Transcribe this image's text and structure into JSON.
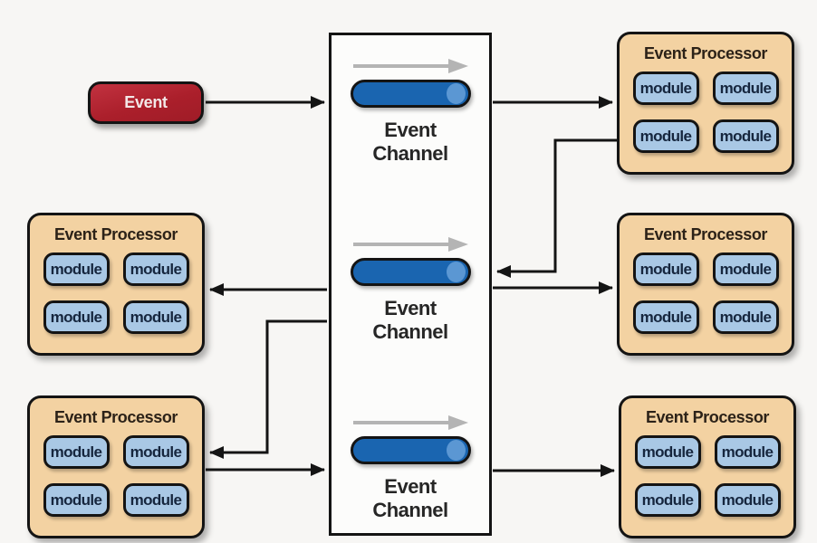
{
  "diagram": {
    "event_source": {
      "label": "Event"
    },
    "channels": [
      {
        "name": "event-channel-1",
        "label_line1": "Event",
        "label_line2": "Channel"
      },
      {
        "name": "event-channel-2",
        "label_line1": "Event",
        "label_line2": "Channel"
      },
      {
        "name": "event-channel-3",
        "label_line1": "Event",
        "label_line2": "Channel"
      }
    ],
    "processors": [
      {
        "name": "event-processor-top-right",
        "title": "Event Processor",
        "modules": [
          "module",
          "module",
          "module",
          "module"
        ]
      },
      {
        "name": "event-processor-middle-right",
        "title": "Event Processor",
        "modules": [
          "module",
          "module",
          "module",
          "module"
        ]
      },
      {
        "name": "event-processor-bottom-right",
        "title": "Event Processor",
        "modules": [
          "module",
          "module",
          "module",
          "module"
        ]
      },
      {
        "name": "event-processor-middle-left",
        "title": "Event Processor",
        "modules": [
          "module",
          "module",
          "module",
          "module"
        ]
      },
      {
        "name": "event-processor-bottom-left",
        "title": "Event Processor",
        "modules": [
          "module",
          "module",
          "module",
          "module"
        ]
      }
    ],
    "connections": [
      {
        "from": "event",
        "to": "event-channel-1"
      },
      {
        "from": "event-channel-1",
        "to": "event-processor-top-right"
      },
      {
        "from": "event-processor-top-right",
        "to": "event-channel-2"
      },
      {
        "from": "event-channel-2",
        "to": "event-processor-middle-left"
      },
      {
        "from": "event-channel-2",
        "to": "event-processor-middle-right"
      },
      {
        "from": "event-channel-2",
        "to": "event-processor-bottom-left"
      },
      {
        "from": "event-processor-bottom-left",
        "to": "event-channel-3"
      },
      {
        "from": "event-channel-3",
        "to": "event-processor-bottom-right"
      }
    ],
    "colors": {
      "background": "#f7f6f4",
      "event_red": "#ab1f2b",
      "processor_tan": "#f3d2a2",
      "module_blue": "#a9c8e5",
      "channel_pill_blue": "#1a65b0",
      "channel_pill_cap": "#5b97d3",
      "flow_arrow_gray": "#b4b4b4",
      "connector_black": "#141414"
    }
  }
}
